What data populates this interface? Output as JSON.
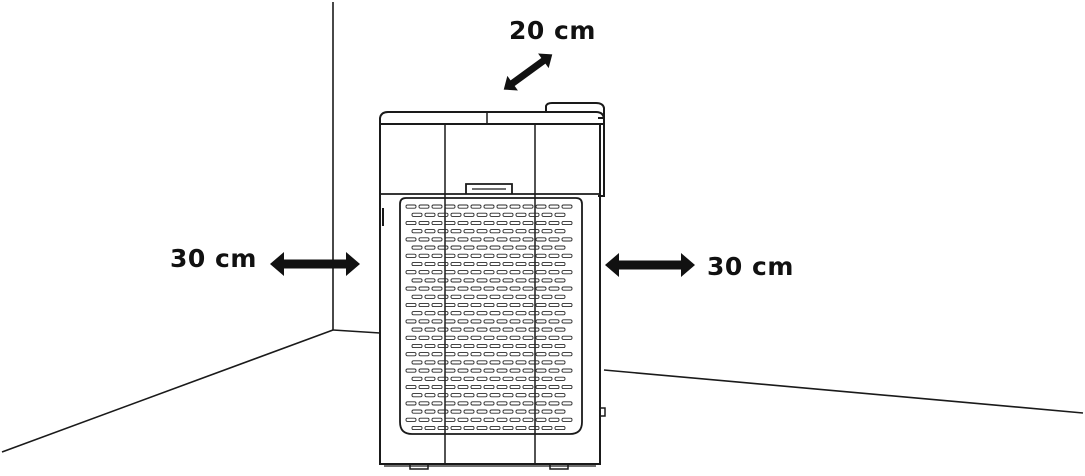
{
  "clearances": {
    "top": "20 cm",
    "left": "30 cm",
    "right": "30 cm"
  },
  "colors": {
    "line": "#1a1a1a",
    "arrow": "#111111",
    "background": "#ffffff"
  }
}
